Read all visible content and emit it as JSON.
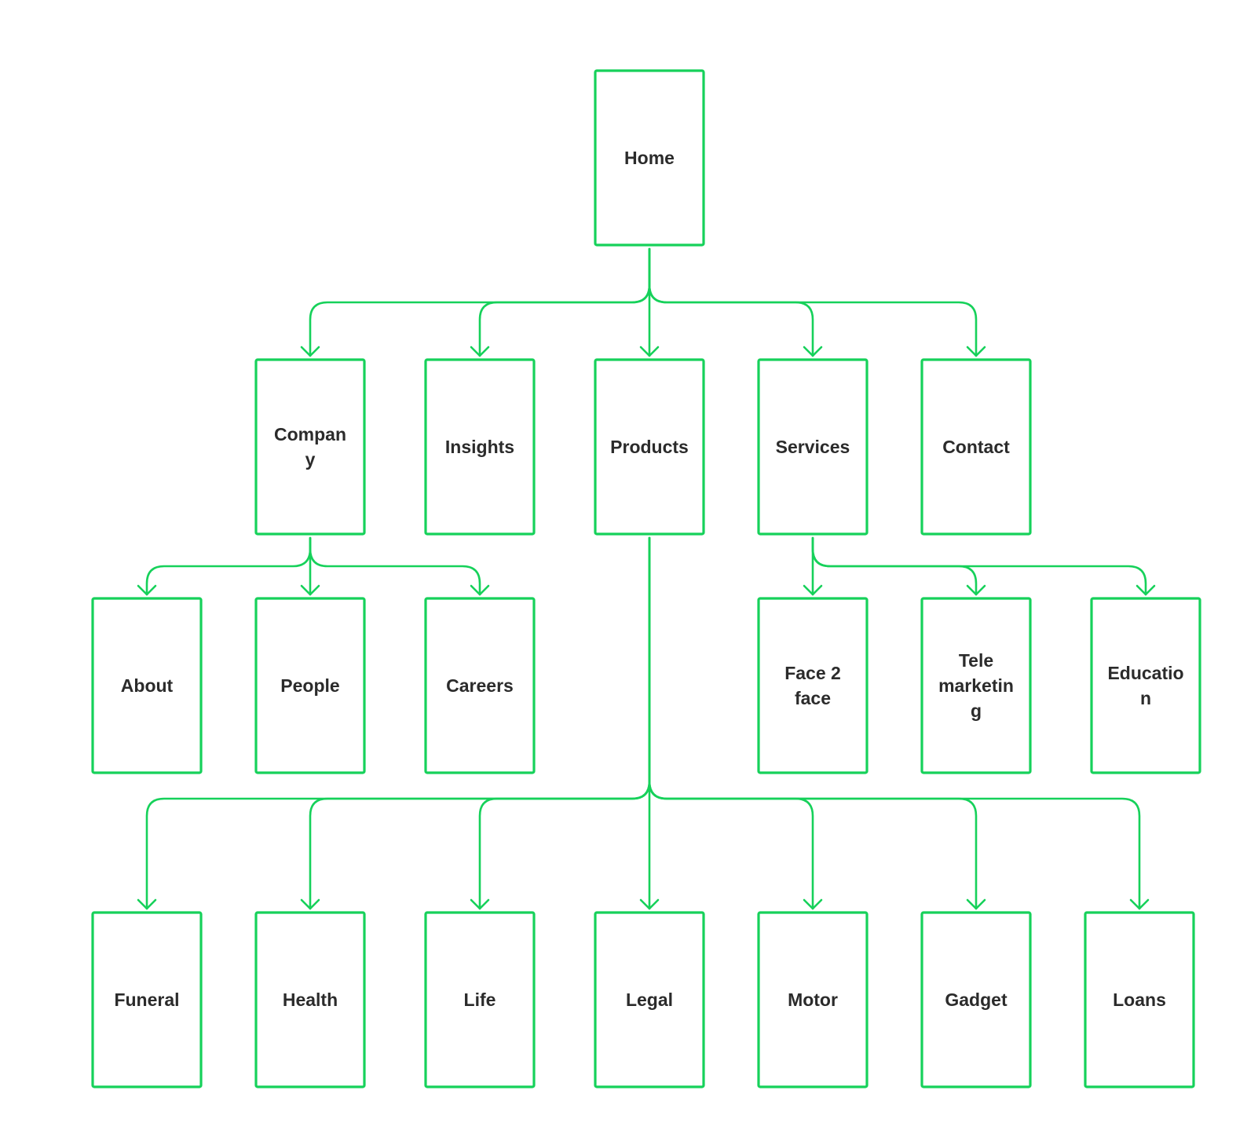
{
  "colors": {
    "accent": "#16d15a",
    "text": "#2b2b2b",
    "background": "#ffffff"
  },
  "nodes": {
    "home": [
      "Home"
    ],
    "company": [
      "Compan",
      "y"
    ],
    "insights": [
      "Insights"
    ],
    "products": [
      "Products"
    ],
    "services": [
      "Services"
    ],
    "contact": [
      "Contact"
    ],
    "about": [
      "About"
    ],
    "people": [
      "People"
    ],
    "careers": [
      "Careers"
    ],
    "face2face": [
      "Face 2",
      "face"
    ],
    "telemarketing": [
      "Tele",
      "marketin",
      "g"
    ],
    "education": [
      "Educatio",
      "n"
    ],
    "funeral": [
      "Funeral"
    ],
    "health": [
      "Health"
    ],
    "life": [
      "Life"
    ],
    "legal": [
      "Legal"
    ],
    "motor": [
      "Motor"
    ],
    "gadget": [
      "Gadget"
    ],
    "loans": [
      "Loans"
    ]
  },
  "edges": [
    {
      "from": "home",
      "to": [
        "company",
        "insights",
        "products",
        "services",
        "contact"
      ]
    },
    {
      "from": "company",
      "to": [
        "about",
        "people",
        "careers"
      ]
    },
    {
      "from": "services",
      "to": [
        "face2face",
        "telemarketing",
        "education"
      ]
    },
    {
      "from": "products",
      "to": [
        "funeral",
        "health",
        "life",
        "legal",
        "motor",
        "gadget",
        "loans"
      ]
    }
  ]
}
